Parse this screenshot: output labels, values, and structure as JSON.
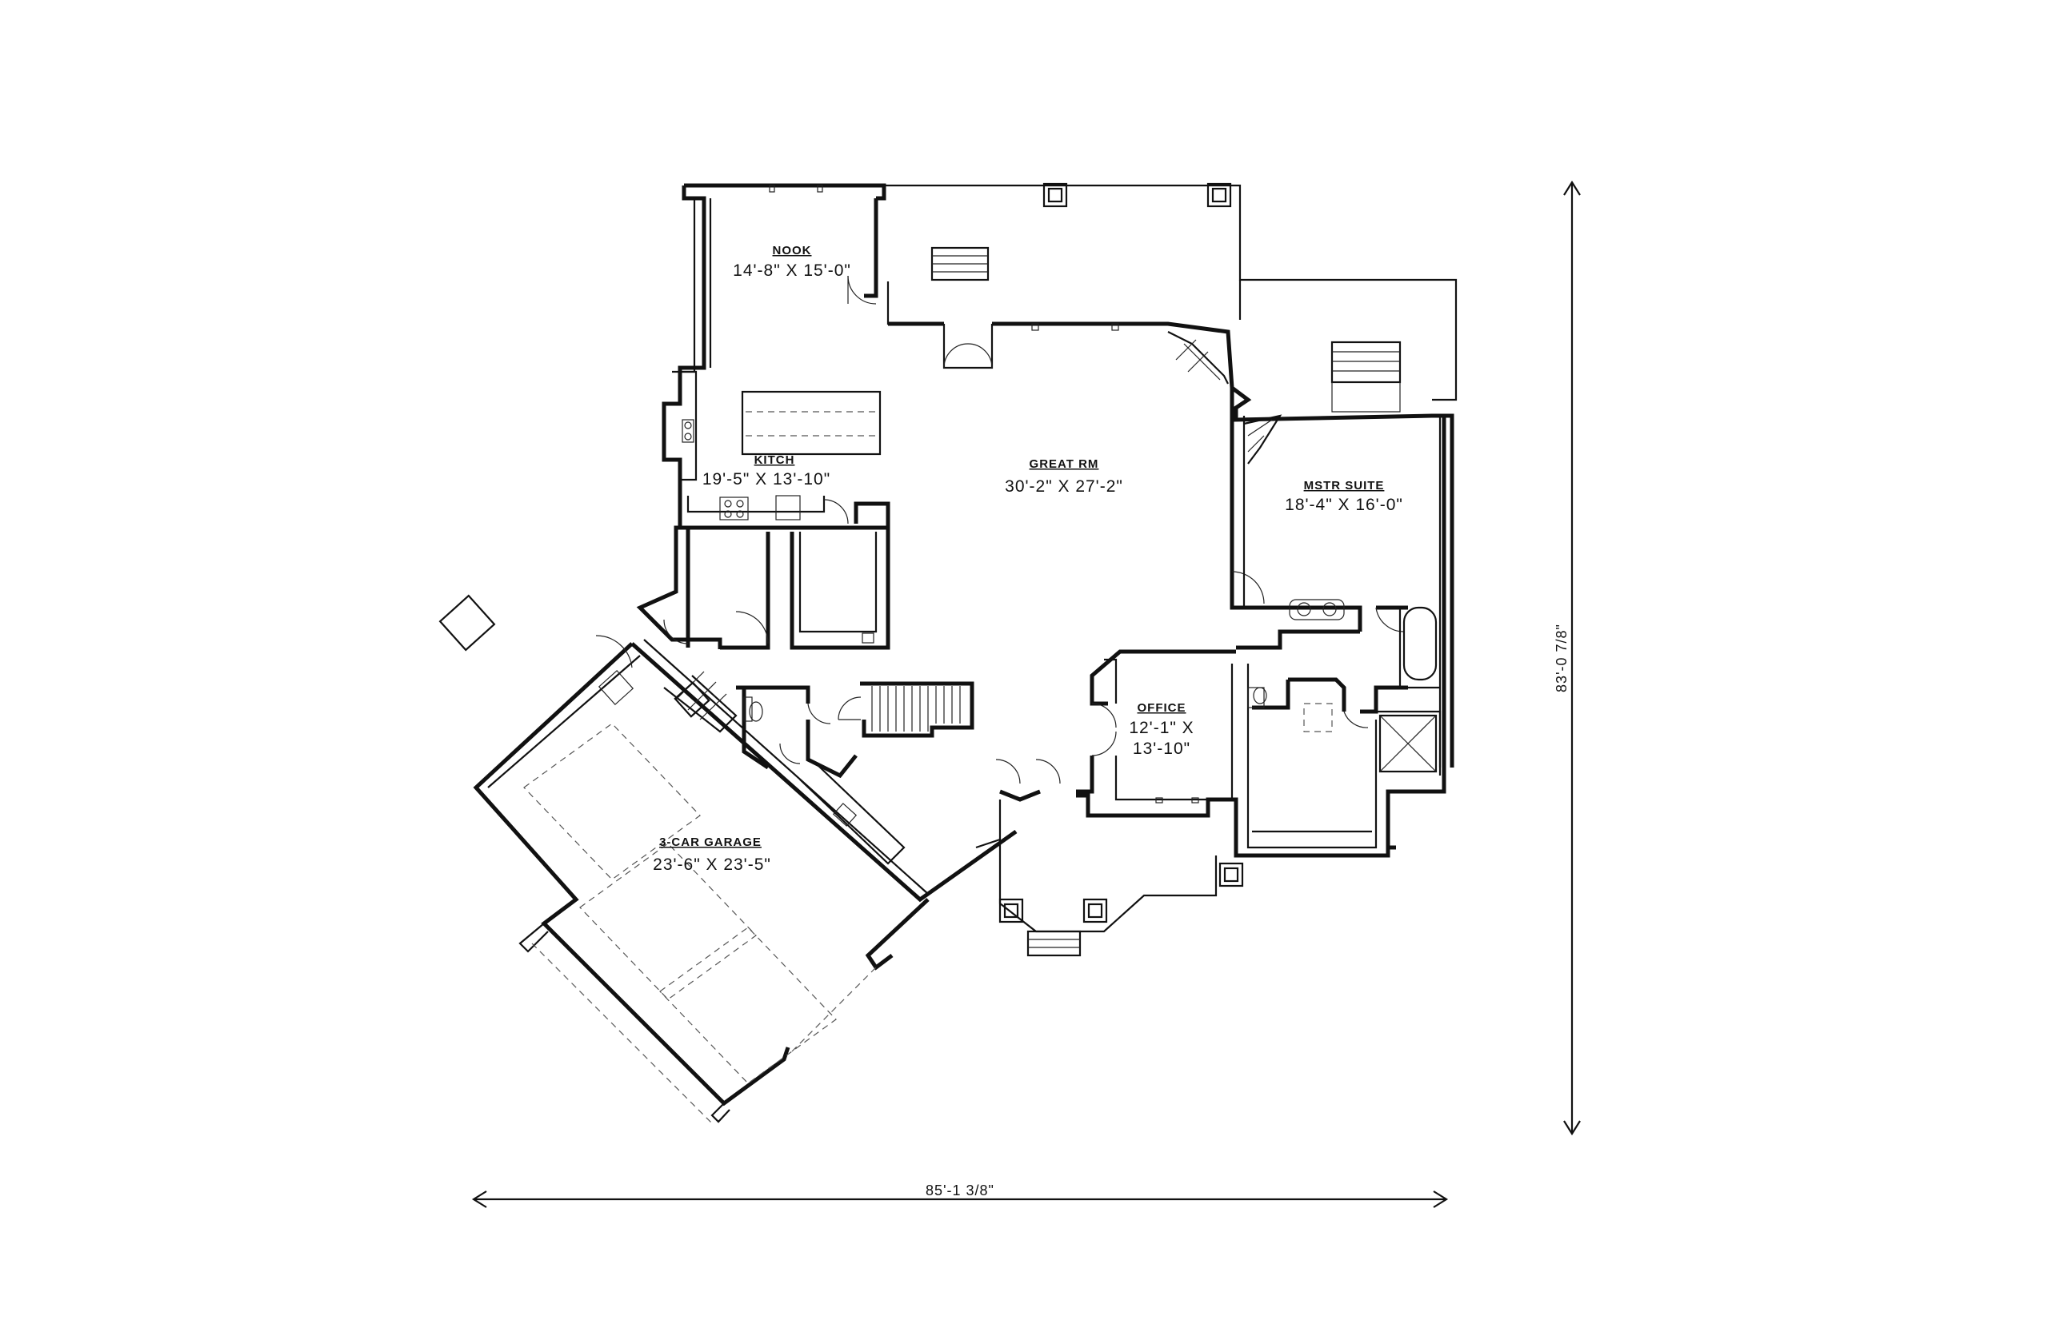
{
  "rooms": {
    "nook": {
      "name": "NOOK",
      "dims": "14'-8\" X 15'-0\""
    },
    "kitchen": {
      "name": "KITCH",
      "dims": "19'-5\" X 13'-10\""
    },
    "great_room": {
      "name": "GREAT RM",
      "dims": "30'-2\" X 27'-2\""
    },
    "master_suite": {
      "name": "MSTR SUITE",
      "dims": "18'-4\" X 16'-0\""
    },
    "office": {
      "name": "OFFICE",
      "dims_line1": "12'-1\" X",
      "dims_line2": "13'-10\""
    },
    "garage": {
      "name": "3-CAR GARAGE",
      "dims": "23'-6\" X 23'-5\""
    }
  },
  "dimensions": {
    "overall_width": "85'-1 3/8\"",
    "overall_depth": "83'-0 7/8\""
  },
  "colors": {
    "line": "#111111",
    "background": "#ffffff"
  }
}
